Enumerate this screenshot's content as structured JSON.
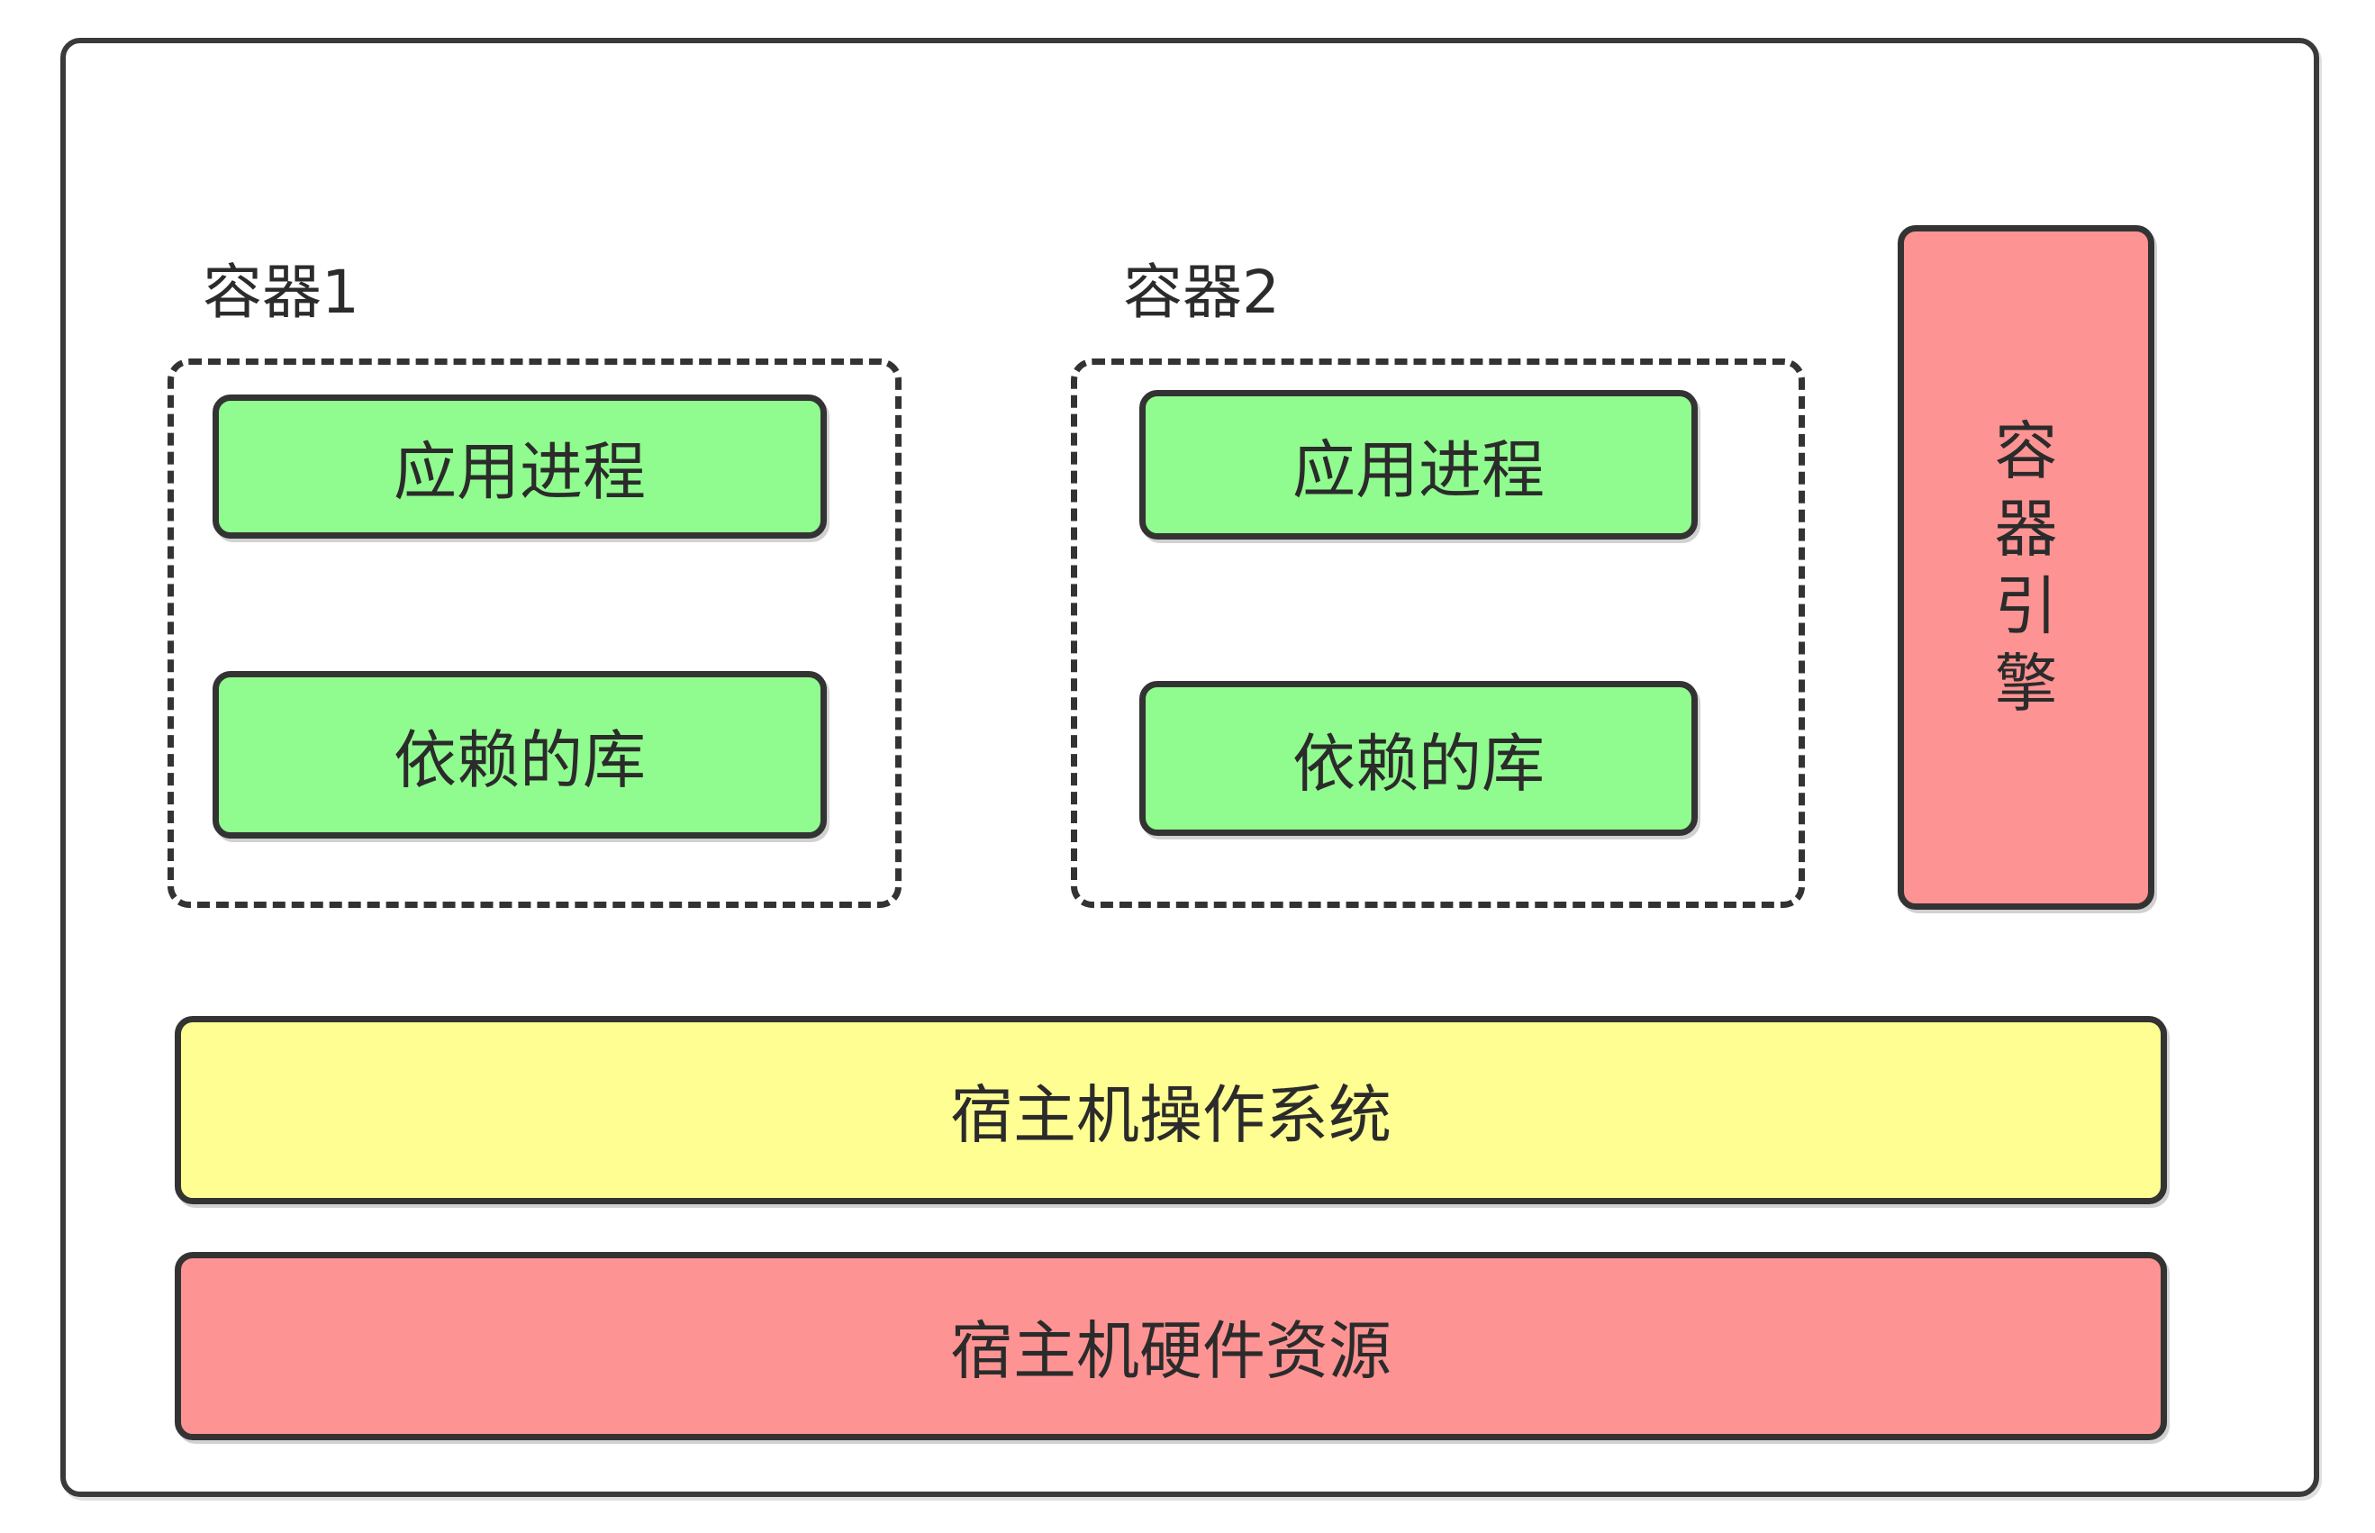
{
  "colors": {
    "process": "#90fb8e",
    "os": "#fefe93",
    "hardware": "#fd9393",
    "engine": "#fd9393",
    "border": "#333333"
  },
  "container1": {
    "title": "容器1",
    "process_label": "应用进程",
    "library_label": "依赖的库"
  },
  "container2": {
    "title": "容器2",
    "process_label": "应用进程",
    "library_label": "依赖的库"
  },
  "engine": {
    "chars": [
      "容",
      "器",
      "引",
      "擎"
    ]
  },
  "host_os": {
    "label": "宿主机操作系统"
  },
  "host_hardware": {
    "label": "宿主机硬件资源"
  }
}
